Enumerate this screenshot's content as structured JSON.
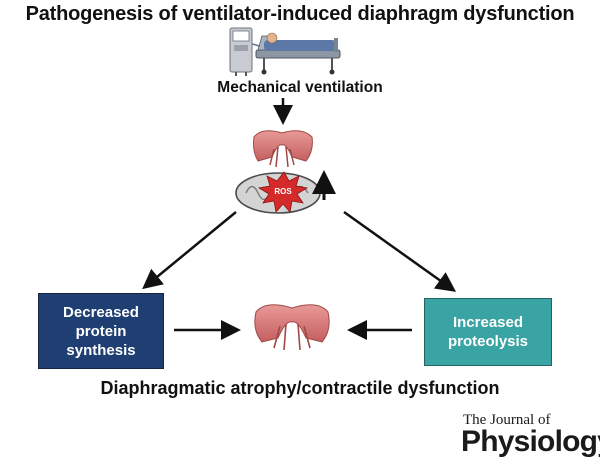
{
  "title": "Pathogenesis of ventilator-induced diaphragm dysfunction",
  "trigger_label": "Mechanical ventilation",
  "ros_label": "ROS",
  "left_box": "Decreased\nprotein\nsynthesis",
  "right_box": "Increased\nproteolysis",
  "outcome_label": "Diaphragmatic atrophy/contractile dysfunction",
  "journal": {
    "line1": "The Journal of",
    "line2": "Physiology"
  },
  "colors": {
    "left_box": "#1f3f73",
    "right_box": "#3aa3a3",
    "muscle": "#d97a7a",
    "mitochondrion": "#c9c9c9",
    "ros_burst": "#d52a2a",
    "arrows": "#111111"
  },
  "icons": [
    "ventilator-icon",
    "patient-bed-icon",
    "diaphragm-icon",
    "mitochondrion-icon",
    "ros-burst-icon",
    "up-arrow-icon"
  ]
}
